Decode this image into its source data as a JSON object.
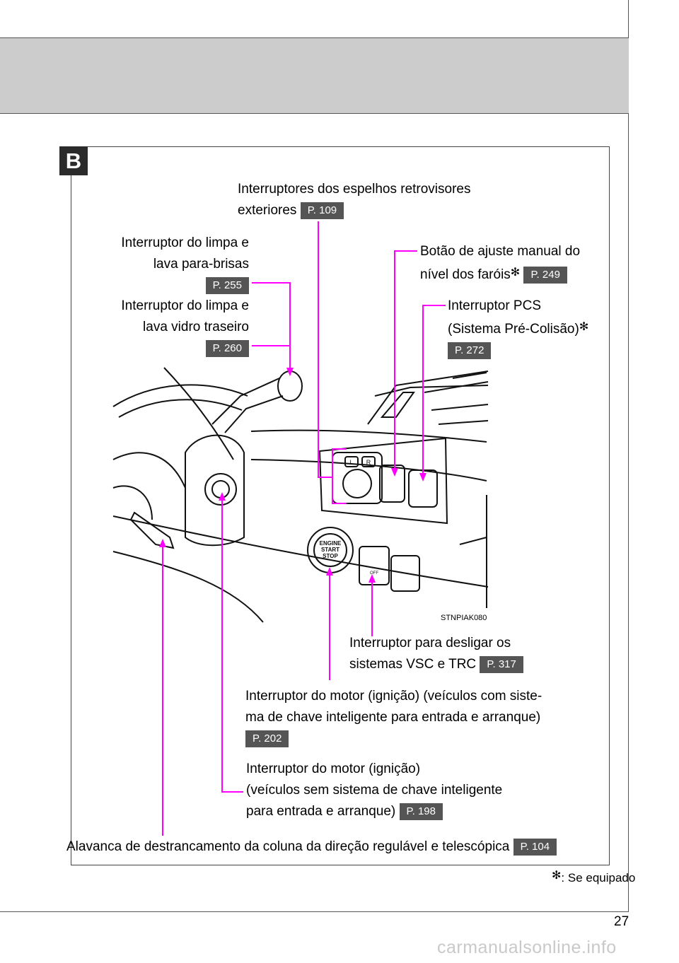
{
  "section_letter": "B",
  "page_number": "27",
  "watermark": "carmanualsonline.info",
  "image_code": "STNPIAK080",
  "equipped_note": ": Se equipado",
  "asterisk": "✻",
  "labels": {
    "mirror_line1": "Interruptores dos espelhos retrovisores",
    "mirror_line2": "exteriores",
    "mirror_ref": "P. 109",
    "wiper_front_line1": "Interruptor do limpa e",
    "wiper_front_line2": "lava para-brisas",
    "wiper_front_ref": "P. 255",
    "wiper_rear_line1": "Interruptor do limpa e",
    "wiper_rear_line2": "lava vidro traseiro",
    "wiper_rear_ref": "P. 260",
    "headlight_line1": "Botão de ajuste manual do",
    "headlight_line2": "nível dos faróis",
    "headlight_ref": "P. 249",
    "pcs_line1": "Interruptor PCS",
    "pcs_line2": "(Sistema Pré-Colisão)",
    "pcs_ref": "P. 272",
    "vsc_line1": "Interruptor para desligar os",
    "vsc_line2": "sistemas VSC e TRC",
    "vsc_ref": "P. 317",
    "engine_smart_line1": "Interruptor do motor (ignição) (veículos com siste-",
    "engine_smart_line2": "ma de chave inteligente para entrada e arranque)",
    "engine_smart_ref": "P. 202",
    "engine_key_line1": "Interruptor do motor (ignição)",
    "engine_key_line2": "(veículos sem sistema de chave inteligente",
    "engine_key_line3": "para entrada e arranque)",
    "engine_key_ref": "P. 198",
    "tilt_line": "Alavanca de destrancamento da coluna da direção regulável e telescópica",
    "tilt_ref": "P. 104"
  },
  "button_text": {
    "engine_1": "ENGINE",
    "engine_2": "START",
    "engine_3": "STOP",
    "mirror_l": "L",
    "mirror_r": "R",
    "vsc_off": "OFF"
  },
  "colors": {
    "leader": "#ff00ff",
    "header": "#cccccc",
    "ref_badge": "#555555"
  }
}
